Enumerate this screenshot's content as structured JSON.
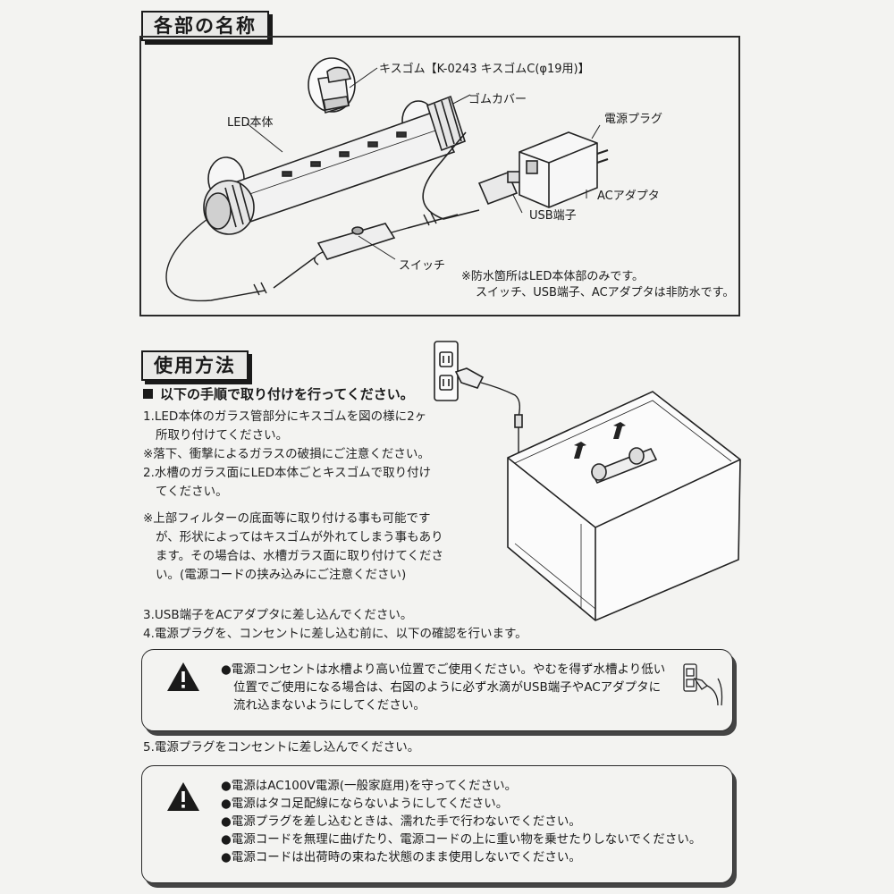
{
  "parts_section": {
    "title": "各部の名称",
    "labels": {
      "kisugomu": "キスゴム【K-0243 キスゴムC(φ19用)】",
      "gomu_cover": "ゴムカバー",
      "led_body": "LED本体",
      "power_plug": "電源プラグ",
      "ac_adapter": "ACアダプタ",
      "usb_port": "USB端子",
      "switch": "スイッチ"
    },
    "note": [
      "※防水箇所はLED本体部のみです。",
      "スイッチ、USB端子、ACアダプタは非防水です。"
    ]
  },
  "usage_section": {
    "title": "使用方法",
    "heading": "以下の手順で取り付けを行ってください。",
    "steps_a": [
      "1.LED本体のガラス管部分にキスゴムを図の様に2ヶ",
      "所取り付けてください。",
      "※落下、衝撃によるガラスの破損にご注意ください。",
      "2.水槽のガラス面にLED本体ごとキスゴムで取り付け",
      "てください。"
    ],
    "steps_b": [
      "※上部フィルターの底面等に取り付ける事も可能です",
      "が、形状によってはキスゴムが外れてしまう事もあり",
      "ます。その場合は、水槽ガラス面に取り付けてくださ",
      "い。(電源コードの挟み込みにご注意ください)"
    ],
    "steps_c": [
      "3.USB端子をACアダプタに差し込んでください。",
      "4.電源プラグを、コンセントに差し込む前に、以下の確認を行います。"
    ],
    "warning1": [
      "●電源コンセントは水槽より高い位置でご使用ください。やむを得ず水槽より低い",
      "位置でご使用になる場合は、右図のように必ず水滴がUSB端子やACアダプタに",
      "流れ込まないようにしてください。"
    ],
    "step5": "5.電源プラグをコンセントに差し込んでください。",
    "warning2": [
      "●電源はAC100V電源(一般家庭用)を守ってください。",
      "●電源はタコ足配線にならないようにしてください。",
      "●電源プラグを差し込むときは、濡れた手で行わないでください。",
      "●電源コードを無理に曲げたり、電源コードの上に重い物を乗せたりしないでください。",
      "●電源コードは出荷時の束ねた状態のまま使用しないでください。"
    ]
  }
}
